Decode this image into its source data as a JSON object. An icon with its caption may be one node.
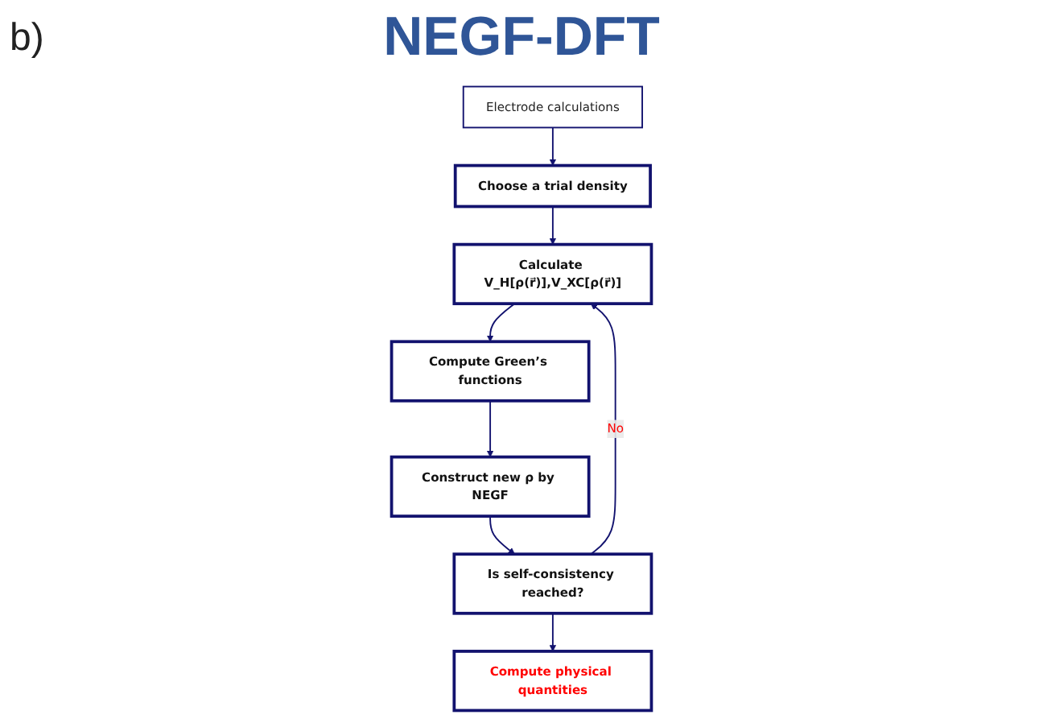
{
  "diagram": {
    "title": "NEGF-DFT",
    "nodes": [
      {
        "text": [
          "Choose a trial density"
        ]
      },
      {
        "text": [
          "Calculate V_H[ρ(r⃗)],V_XC[ρ(r⃗)]"
        ]
      },
      {
        "text": [
          "Compute Green’s functions"
        ]
      },
      {
        "text": [
          "Construct new ρ by NEGF"
        ]
      },
      {
        "text": [
          "Is self-consistency reached?"
        ]
      },
      {
        "text": [
          "Compute physical quantities"
        ]
      },
      {
        "text": [
          "Electrode calculations"
        ]
      }
    ],
    "edges": [
      {
        "from": 6,
        "to": 0,
        "arrow": "to"
      },
      {
        "from": 0,
        "to": 1,
        "arrow": "to"
      },
      {
        "from": 1,
        "to": 2,
        "arrow": "to"
      },
      {
        "from": 2,
        "to": 3,
        "arrow": "to"
      },
      {
        "from": 3,
        "to": 4,
        "arrow": "to"
      },
      {
        "from": 4,
        "to": 5,
        "arrow": "to"
      },
      {
        "from": 4,
        "to": 1,
        "arrow": "to",
        "label": "No"
      }
    ],
    "labels": [
      "b)"
    ]
  }
}
